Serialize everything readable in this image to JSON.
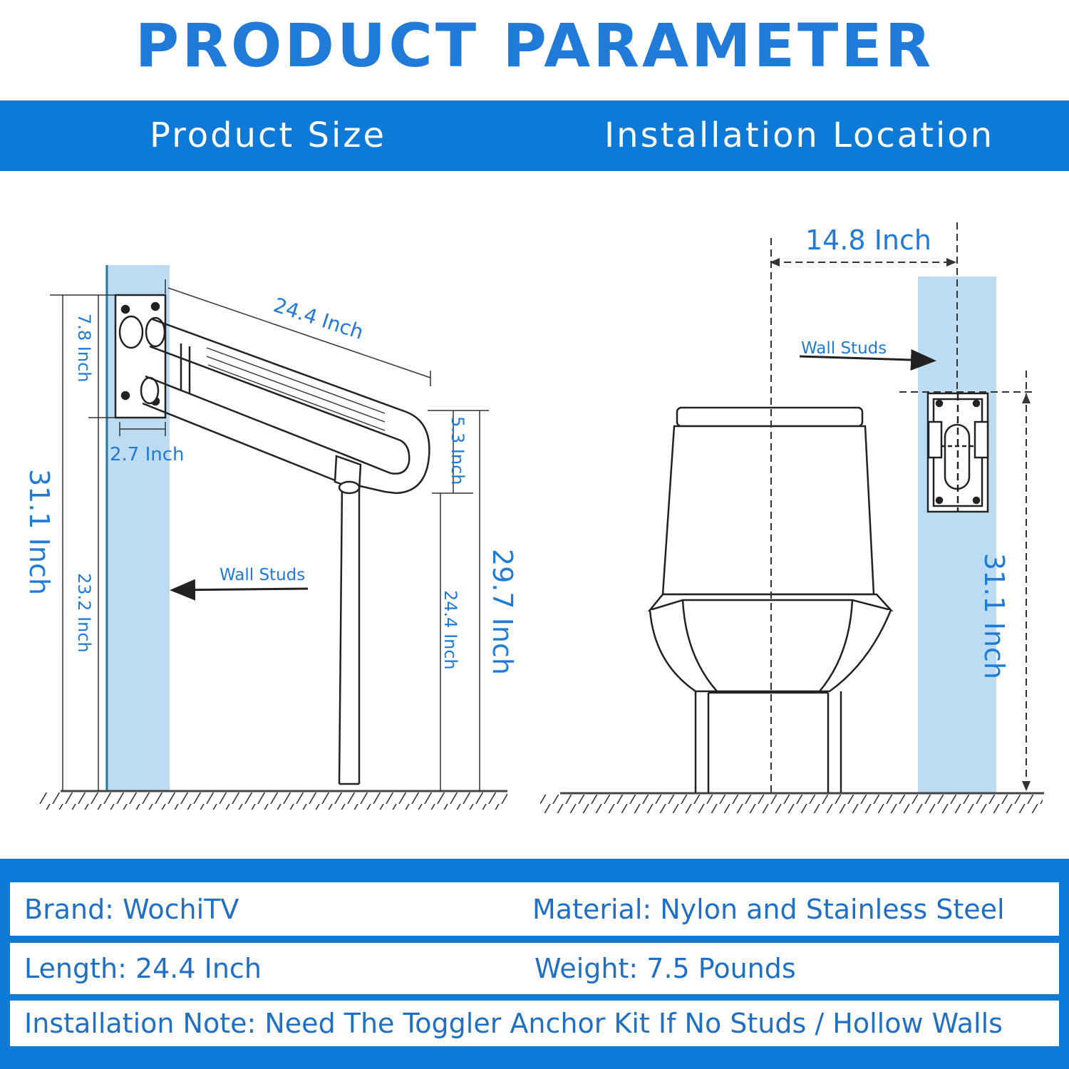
{
  "header": {
    "title": "PRODUCT PARAMETER",
    "section_left": "Product Size",
    "section_right": "Installation Location"
  },
  "size_diagram": {
    "label_total_height": "31.1 Inch",
    "label_plate_height": "7.8 Inch",
    "label_lower_height": "23.2 Inch",
    "label_plate_width": "2.7 Inch",
    "label_length": "24.4 Inch",
    "label_bar_gap": "5.3 Inch",
    "label_leg_height": "24.4 Inch",
    "label_top_height": "29.7 Inch",
    "label_wall_studs": "Wall Studs"
  },
  "location_diagram": {
    "label_offset": "14.8 Inch",
    "label_wall_studs": "Wall Studs",
    "label_mount_height": "31.1 Inch"
  },
  "params": {
    "brand": "Brand: WochiTV",
    "material": "Material: Nylon and Stainless Steel",
    "length": "Length: 24.4 Inch",
    "weight": "Weight: 7.5 Pounds",
    "note": "Installation Note: Need The Toggler Anchor Kit If No Studs / Hollow Walls"
  },
  "colors": {
    "accent_blue": "#0c7ad6",
    "text_blue": "#1f7ad8",
    "wall_light_blue": "#bcdcf3"
  }
}
